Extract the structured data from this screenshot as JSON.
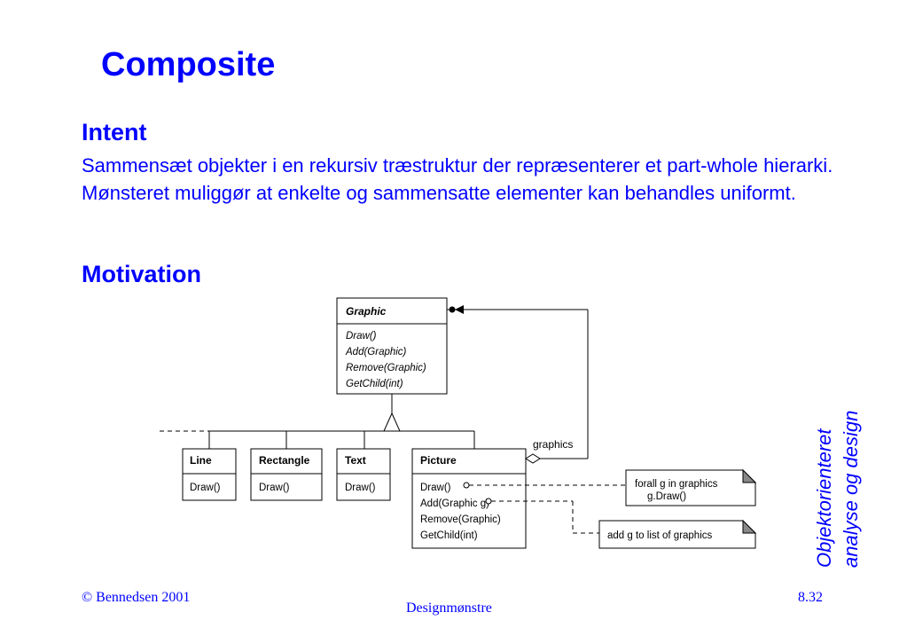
{
  "slide": {
    "title": "Composite",
    "intent_heading": "Intent",
    "intent_text": "Sammensæt objekter i en rekursiv træstruktur der repræsenterer et part-whole hierarki. Mønsteret muliggør at enkelte og sammensatte elementer kan behandles uniformt.",
    "motivation_heading": "Motivation",
    "side_line1": "Objektorienteret",
    "side_line2": "analyse og design",
    "footer_left": "© Bennedsen 2001",
    "footer_center": "Designmønstre",
    "footer_right": "8.32"
  },
  "diagram": {
    "graphic": {
      "name": "Graphic",
      "ops": [
        "Draw()",
        "Add(Graphic)",
        "Remove(Graphic)",
        "GetChild(int)"
      ]
    },
    "line": {
      "name": "Line",
      "ops": [
        "Draw()"
      ]
    },
    "rectangle": {
      "name": "Rectangle",
      "ops": [
        "Draw()"
      ]
    },
    "text": {
      "name": "Text",
      "ops": [
        "Draw()"
      ]
    },
    "picture": {
      "name": "Picture",
      "ops": [
        "Draw()",
        "Add(Graphic g)",
        "Remove(Graphic)",
        "GetChild(int)"
      ]
    },
    "association_label": "graphics",
    "note1": {
      "line1": "forall g in graphics",
      "line2": "g.Draw()"
    },
    "note2": {
      "text": "add g to list of graphics"
    }
  }
}
